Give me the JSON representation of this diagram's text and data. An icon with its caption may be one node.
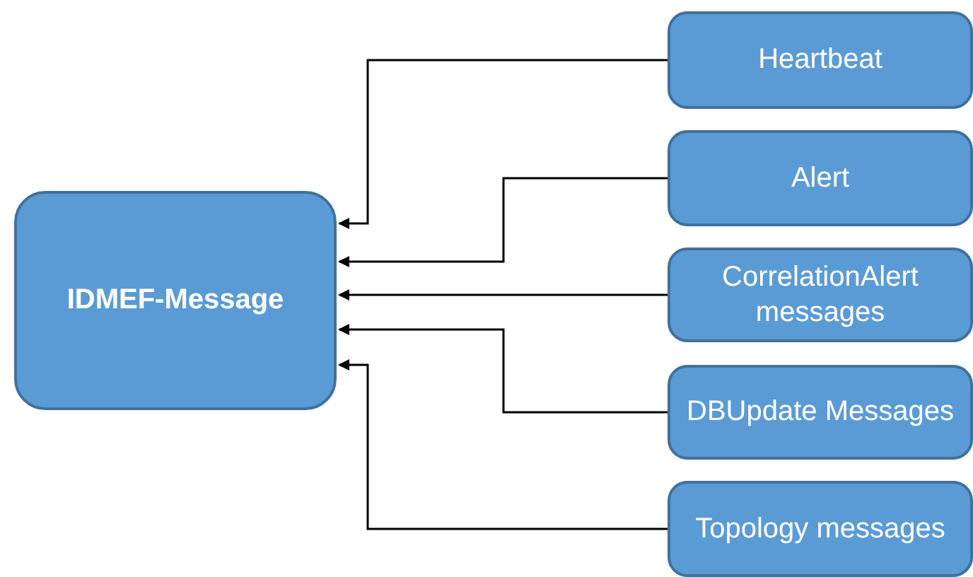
{
  "diagram": {
    "nodes": [
      {
        "text": [
          "IDMEF-Message"
        ]
      },
      {
        "text": [
          "Heartbeat"
        ]
      },
      {
        "text": [
          "Alert"
        ]
      },
      {
        "text": [
          "CorrelationAlert messages"
        ]
      },
      {
        "text": [
          "DBUpdate Messages"
        ]
      },
      {
        "text": [
          "Topology messages"
        ]
      }
    ],
    "edges": [
      {
        "from": 1,
        "to": 0,
        "arrow": "to"
      },
      {
        "from": 2,
        "to": 0,
        "arrow": "to"
      },
      {
        "from": 3,
        "to": 0,
        "arrow": "to"
      },
      {
        "from": 4,
        "to": 0,
        "arrow": "to"
      },
      {
        "from": 5,
        "to": 0,
        "arrow": "to"
      }
    ]
  }
}
